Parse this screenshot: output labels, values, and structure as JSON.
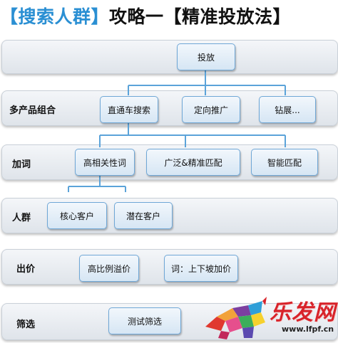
{
  "title": {
    "highlight": "【搜索人群】",
    "rest": "攻略一【精准投放法】"
  },
  "rows": [
    {
      "label": ""
    },
    {
      "label": "多产品组合"
    },
    {
      "label": "加词"
    },
    {
      "label": "人群"
    },
    {
      "label": "出价"
    },
    {
      "label": "筛选"
    }
  ],
  "nodes": {
    "toufang": "投放",
    "ztc": "直通车搜索",
    "dingxiang": "定向推广",
    "zuanzhan": "钻展...",
    "gaoxiangguan": "高相关性词",
    "guangfan": "广泛&精准匹配",
    "zhineng": "智能匹配",
    "hexin": "核心客户",
    "qianzai": "潜在客户",
    "gaobili": "高比例溢价",
    "ci": "词：上下坡加价",
    "ceshi": "测试筛选"
  },
  "watermark": {
    "cn": "乐发网",
    "url": "www.lfpf.cn"
  },
  "colors": {
    "title_highlight": "#2a8fd3",
    "connector": "#5ba3d9",
    "node_border": "#6fa7d6",
    "watermark_red": "#d8232a"
  }
}
